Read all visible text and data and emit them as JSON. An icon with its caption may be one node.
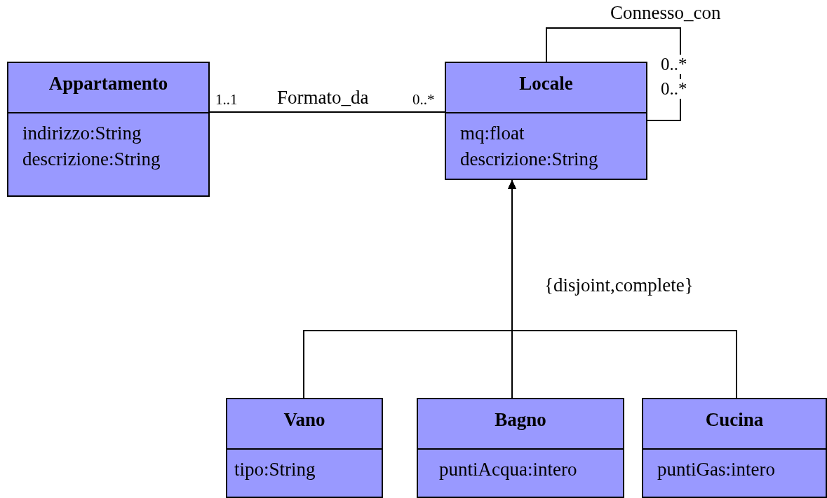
{
  "diagram": {
    "nodes": [
      {
        "text": [
          "Appartamento",
          "indirizzo:String",
          "descrizione:String"
        ]
      },
      {
        "text": [
          "Locale",
          "mq:float",
          "descrizione:String"
        ]
      },
      {
        "text": [
          "Vano",
          "tipo:String"
        ]
      },
      {
        "text": [
          "Bagno",
          "puntiAcqua:intero"
        ]
      },
      {
        "text": [
          "Cucina",
          "puntiGas:intero"
        ]
      }
    ],
    "edges": [
      {
        "from": 0,
        "to": 1,
        "arrow": "none",
        "label": "Formato_da"
      },
      {
        "from": 1,
        "to": 1,
        "arrow": "none",
        "label": "Connesso_con"
      },
      {
        "from": 2,
        "to": 1,
        "arrow": "to"
      },
      {
        "from": 3,
        "to": 1,
        "arrow": "to"
      },
      {
        "from": 4,
        "to": 1,
        "arrow": "to"
      }
    ],
    "labels": [
      "1..1",
      "0..*",
      "0..*",
      "0..*",
      "{disjoint,complete}"
    ]
  }
}
